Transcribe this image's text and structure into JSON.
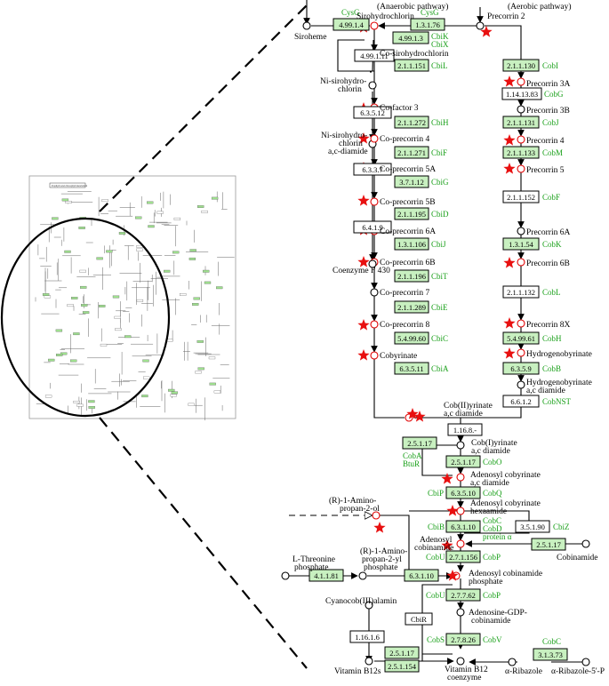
{
  "pathway_labels": {
    "anaerobic": "(Anaerobic pathway)",
    "aerobic": "(Aerobic pathway)"
  },
  "compounds": {
    "sirohydrochlorin": "Sirohydrochlorin",
    "siroheme": "Siroheme",
    "precorrin2": "Precorrin 2",
    "co_sirohydrochlorin": "Co-sirohydrochlorin",
    "ni_siro_1": "Ni-sirohydro-",
    "ni_siro_2": "chlorin",
    "precorrin3a": "Precorrin 3A",
    "cofactor3": "Co-factor 3",
    "precorrin3b": "Precorrin 3B",
    "ni_diamide_1": "Ni-sirohydro-",
    "ni_diamide_2": "chlorin",
    "ni_diamide_3": "a,c-diamide",
    "co_precorrin4": "Co-precorrin 4",
    "precorrin4": "Precorrin 4",
    "co_precorrin5a": "Co-precorrin 5A",
    "precorrin5": "Precorrin 5",
    "co_precorrin5b": "Co-precorrin 5B",
    "co_precorrin6a": "Co-precorrin 6A",
    "precorrin6a": "Precorrin 6A",
    "co_precorrin6b": "Co-precorrin 6B",
    "precorrin6b": "Precorrin 6B",
    "coenzyme_f430": "Coenzyme F 430",
    "co_precorrin7": "Co-precorrin 7",
    "co_precorrin8": "Co-precorrin 8",
    "precorrin8x": "Precorrin 8X",
    "hydrogenobyrinate": "Hydrogenobyrinate",
    "cobyrinate": "Cobyrinate",
    "hydro_diamide_1": "Hydrogenobyrinate",
    "hydro_diamide_2": "a,c diamide",
    "cobii_1": "Cob(II)yrinate",
    "cobii_2": "a,c diamide",
    "cobi_1": "Cob(I)yrinate",
    "cobi_2": "a,c diamide",
    "adeno_cobyrinate_1": "Adenosyl cobyrinate",
    "adeno_cobyrinate_2": "a,c diamide",
    "amino_propanol_1": "(R)-1-Amino-",
    "amino_propanol_2": "propan-2-ol",
    "hexaamide_1": "Adenosyl cobyrinate",
    "hexaamide_2": "hexaamide",
    "adeno_cobinamide_1": "Adenosyl",
    "adeno_cobinamide_2": "cobinamide",
    "cobinamide": "Cobinamide",
    "threonine_1": "L-Threonine",
    "threonine_2": "phosphate",
    "amino_phosphate_1": "(R)-1-Amino-",
    "amino_phosphate_2": "propan-2-yl",
    "amino_phosphate_3": "phosphate",
    "cobinamide_phosphate_1": "Adenosyl cobinamide",
    "cobinamide_phosphate_2": "phosphate",
    "cyanocob": "Cyanocob(III)alamin",
    "gdp_cobinamide_1": "Adenosine-GDP-",
    "gdp_cobinamide_2": "cobinamide",
    "alpha_ribazole": "α-Ribazole",
    "alpha_ribazole_p": "α-Ribazole-5'-P",
    "vitamin_b12s": "Vitamin B12s",
    "vitamin_b12_1": "Vitamin B12",
    "vitamin_b12_2": "coenzyme"
  },
  "enzymes": {
    "e4_99_1_4": "4.99.1.4",
    "e1_3_1_76": "1.3.1.76",
    "e4_99_1_3": "4.99.1.3",
    "e4_99_1_11": "4.99.1.11",
    "e2_1_1_151": "2.1.1.151",
    "e2_1_1_130": "2.1.1.130",
    "e1_14_13_83": "1.14.13.83",
    "e6_3_5_12": "6.3.5.12",
    "e2_1_1_272": "2.1.1.272",
    "e2_1_1_131": "2.1.1.131",
    "e2_1_1_271": "2.1.1.271",
    "e2_1_1_133": "2.1.1.133",
    "e6_3_3_7": "6.3.3.7",
    "e3_7_1_12": "3.7.1.12",
    "e2_1_1_152": "2.1.1.152",
    "e2_1_1_195": "2.1.1.195",
    "e6_4_1_9": "6.4.1.9",
    "e1_3_1_106": "1.3.1.106",
    "e1_3_1_54": "1.3.1.54",
    "e2_1_1_196": "2.1.1.196",
    "e2_1_1_132": "2.1.1.132",
    "e2_1_1_289": "2.1.1.289",
    "e5_4_99_60": "5.4.99.60",
    "e5_4_99_61": "5.4.99.61",
    "e6_3_5_11": "6.3.5.11",
    "e6_3_5_9": "6.3.5.9",
    "e6_6_1_2": "6.6.1.2",
    "e1_16_8": "1.16.8.-",
    "e2_5_1_17a": "2.5.1.17",
    "e2_5_1_17b": "2.5.1.17",
    "e6_3_5_10": "6.3.5.10",
    "e6_3_1_10a": "6.3.1.10",
    "e3_5_1_90": "3.5.1.90",
    "e2_5_1_17c": "2.5.1.17",
    "e2_7_1_156": "2.7.1.156",
    "e4_1_1_81": "4.1.1.81",
    "e6_3_1_10b": "6.3.1.10",
    "e2_7_7_62": "2.7.7.62",
    "cbir": "CbiR",
    "e1_16_1_6": "1.16.1.6",
    "e2_7_8_26": "2.7.8.26",
    "e3_1_3_73": "3.1.3.73",
    "e2_5_1_17d": "2.5.1.17",
    "e2_5_1_154": "2.5.1.154"
  },
  "genes": {
    "cysg1": "CysG",
    "cysg2": "CysG",
    "cbik": "CbiK",
    "cbix": "CbiX",
    "cbil": "CbiL",
    "cobi": "CobI",
    "cobg": "CobG",
    "cbih": "CbiH",
    "cobj": "CobJ",
    "cbif": "CbiF",
    "cobm": "CobM",
    "cbig": "CbiG",
    "cobf": "CobF",
    "cbid": "CbiD",
    "cbij": "CbiJ",
    "cobk": "CobK",
    "cbit": "CbiT",
    "cobl": "CobL",
    "cbie": "CbiE",
    "cbic": "CbiC",
    "cobh": "CobH",
    "cbia": "CbiA",
    "cobb": "CobB",
    "cobnst": "CobNST",
    "coba": "CobA",
    "btur": "BtuR",
    "cobo": "CobO",
    "cbip": "CbiP",
    "cobq": "CobQ",
    "cobc1": "CobC",
    "cobd": "CobD",
    "protein_alpha": "protein α",
    "cbiz": "CbiZ",
    "cbib": "CbiB",
    "cobu1": "CobU",
    "cobp1": "CobP",
    "cobu2": "CobU",
    "cobp2": "CobP",
    "cobc2": "CobC",
    "cobs": "CobS",
    "cobv": "CobV"
  },
  "thumbnail": {
    "header": "Porphyrin and chlorophyll metabolism"
  },
  "colors": {
    "enzyme_found": "#c8f0c0",
    "gene_text": "#1aa01a",
    "star": "#e81010"
  }
}
